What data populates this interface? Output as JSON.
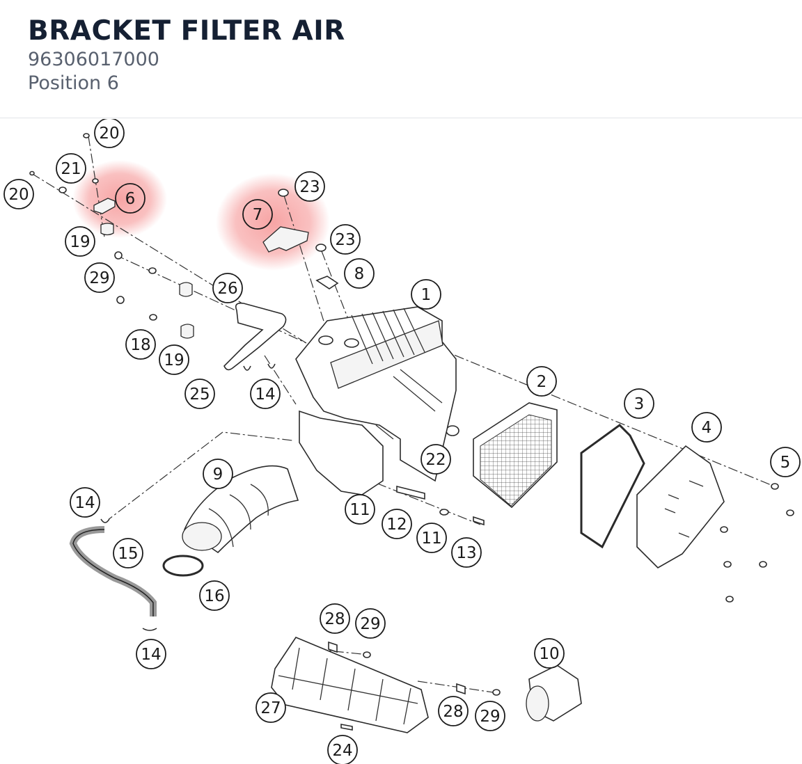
{
  "header": {
    "title": "BRACKET FILTER AIR",
    "part_number": "96306017000",
    "position": "Position 6"
  },
  "colors": {
    "title": "#152033",
    "subtitle": "#58606e",
    "highlight": "#f05a5a"
  },
  "highlighted_parts": [
    "6",
    "7"
  ],
  "callouts": [
    "20",
    "21",
    "20",
    "6",
    "19",
    "23",
    "7",
    "23",
    "8",
    "29",
    "26",
    "1",
    "18",
    "19",
    "25",
    "14",
    "2",
    "3",
    "4",
    "5",
    "22",
    "9",
    "14",
    "11",
    "12",
    "11",
    "13",
    "15",
    "16",
    "14",
    "28",
    "29",
    "10",
    "27",
    "28",
    "29",
    "24"
  ]
}
